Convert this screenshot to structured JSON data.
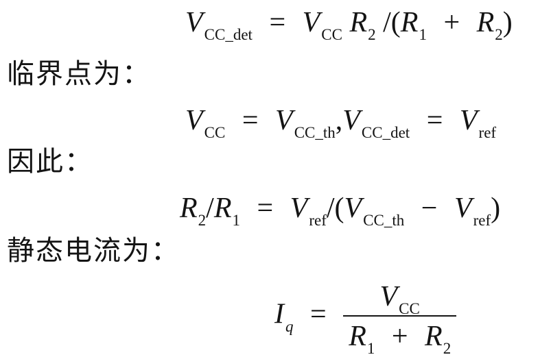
{
  "eq1": {
    "lhs_var": "V",
    "lhs_sub": "CC_det",
    "eq": "=",
    "rhs_var": "V",
    "rhs_sub": "CC",
    "r2": "R",
    "r2_sub": "2",
    "slash_open": "/(",
    "r1": "R",
    "r1_sub": "1",
    "plus": "+",
    "r2b": "R",
    "r2b_sub": "2",
    "close": ")"
  },
  "label1": "临界点为：",
  "eq2": {
    "a_var": "V",
    "a_sub": "CC",
    "eq1": "=",
    "b_var": "V",
    "b_sub": "CC_th",
    "comma": ",",
    "c_var": "V",
    "c_sub": "CC_det",
    "eq2": "=",
    "d_var": "V",
    "d_sub": "ref"
  },
  "label2": "因此：",
  "eq3": {
    "r2": "R",
    "r2_sub": "2",
    "slash": "/",
    "r1": "R",
    "r1_sub": "1",
    "eq": "=",
    "vref": "V",
    "vref_sub": "ref",
    "slash_open": "/(",
    "vth": "V",
    "vth_sub": "CC_th",
    "minus": "−",
    "vref2": "V",
    "vref2_sub": "ref",
    "close": ")"
  },
  "label3": "静态电流为：",
  "eq4": {
    "lhs_var": "I",
    "lhs_sub": "q",
    "eq": "=",
    "num_var": "V",
    "num_sub": "CC",
    "den_r1": "R",
    "den_r1_sub": "1",
    "plus": "+",
    "den_r2": "R",
    "den_r2_sub": "2"
  }
}
